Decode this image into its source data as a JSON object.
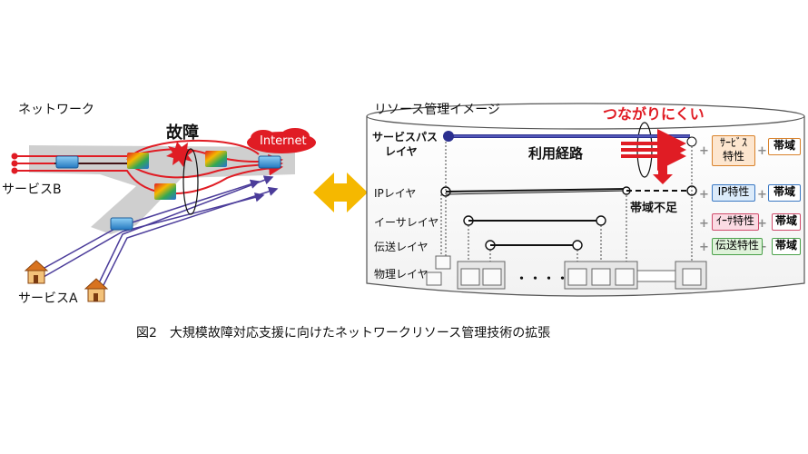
{
  "left_panel": {
    "title": "ネットワーク",
    "failure": "故障",
    "internet": "Internet",
    "service_b": "サービスB",
    "service_a": "サービスA"
  },
  "right_panel": {
    "title": "リソース管理イメージ",
    "hard_to_connect": "つながりにくい",
    "route": "利用経路",
    "bandwidth_shortage": "帯域不足",
    "layers": {
      "service_path_line1": "サービスパス",
      "service_path_line2": "レイヤ",
      "ip": "IPレイヤ",
      "ethernet": "イーサレイヤ",
      "transport": "伝送レイヤ",
      "physical": "物理レイヤ"
    },
    "attributes": [
      {
        "name_line1": "ｻｰﾋﾞｽ",
        "name_line2": "特性",
        "band": "帯域",
        "color": "#d9822b",
        "fill": "#fde6cf"
      },
      {
        "name_line1": "IP特性",
        "name_line2": "",
        "band": "帯域",
        "color": "#3a78c3",
        "fill": "#dcebfa"
      },
      {
        "name_line1": "ｲｰｻ特性",
        "name_line2": "",
        "band": "帯域",
        "color": "#d04b6b",
        "fill": "#fbdbe3"
      },
      {
        "name_line1": "伝送特性",
        "name_line2": "",
        "band": "帯域",
        "color": "#4aa14a",
        "fill": "#dff2da"
      }
    ],
    "plus": "+",
    "dots": "・・・・"
  },
  "caption": "図2　大規模故障対応支援に向けたネットワークリソース管理技術の拡張",
  "colors": {
    "red": "#e01c24",
    "navy": "#2b2f8f",
    "purple": "#4b3c9a",
    "arrow_yellow": "#f5b800",
    "grey_band": "#c8c8c8"
  }
}
